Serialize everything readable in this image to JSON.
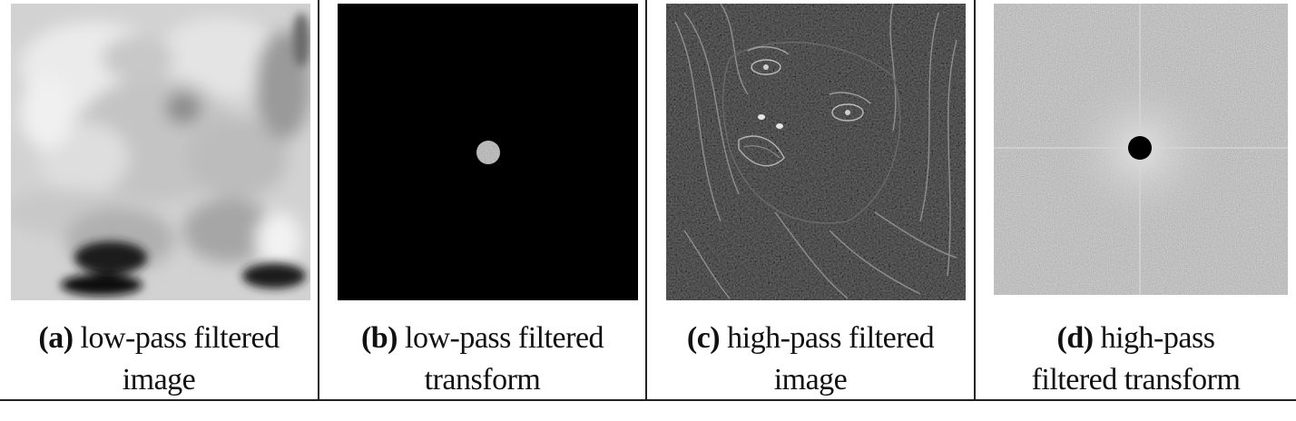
{
  "panels": [
    {
      "label": "(a)",
      "caption_line1": "low-pass filtered",
      "caption_line2": "image"
    },
    {
      "label": "(b)",
      "caption_line1": "low-pass filtered",
      "caption_line2": "transform"
    },
    {
      "label": "(c)",
      "caption_line1": "high-pass filtered",
      "caption_line2": "image"
    },
    {
      "label": "(d)",
      "caption_line1": "high-pass",
      "caption_line2": "filtered transform"
    }
  ]
}
